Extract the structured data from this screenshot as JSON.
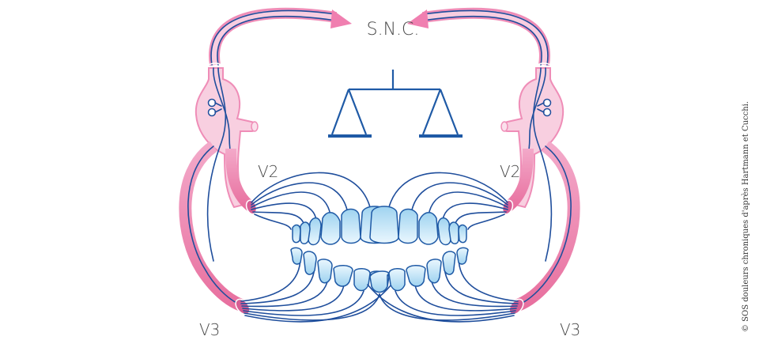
{
  "diagram": {
    "labels": {
      "cns": "S.N.C.",
      "v2_left": "V2",
      "v2_right": "V2",
      "v3_left": "V3",
      "v3_right": "V3"
    },
    "credit": "© SOS douleurs chroniques d'après Hartmann et Cucchi.",
    "colors": {
      "nerve_sheath": "#e8709f",
      "nerve_sheath_light": "#f5b3cf",
      "ganglion": "#f8cfe0",
      "nerve_fiber": "#1f4e9c",
      "scale": "#1f5aa6",
      "tooth_top": "#a8d8f2",
      "tooth_bottom": "#e9f6fd",
      "text": "#4a4a4a"
    },
    "icons": {
      "balance": "scale-balance-icon",
      "teeth": "teeth-icon"
    }
  }
}
